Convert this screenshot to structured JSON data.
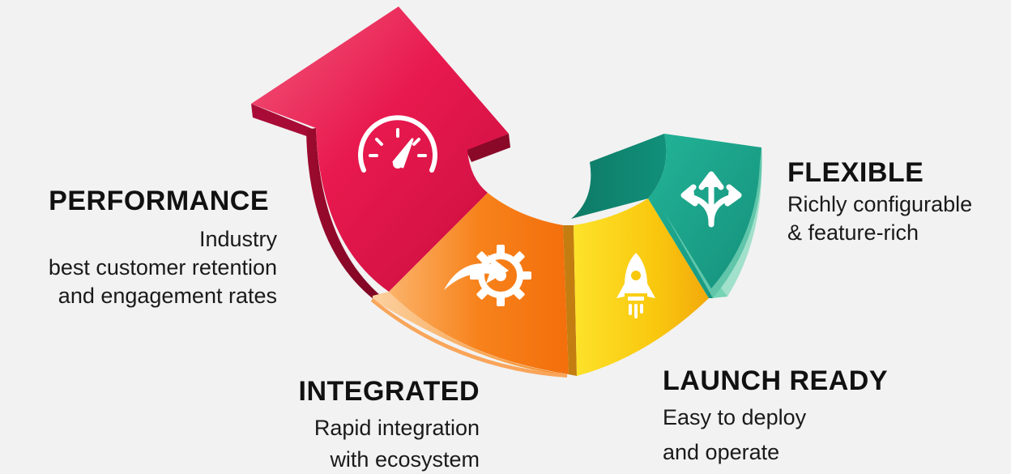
{
  "segments": [
    {
      "key": "performance",
      "heading": "PERFORMANCE",
      "lines": [
        "Industry",
        "best customer retention",
        "and engagement rates"
      ],
      "color": "#e8194e",
      "icon": "speedometer-icon"
    },
    {
      "key": "integrated",
      "heading": "INTEGRATED",
      "lines": [
        "Rapid integration",
        "with ecosystem"
      ],
      "color": "#f7821b",
      "icon": "gear-arrow-icon"
    },
    {
      "key": "launch",
      "heading": "LAUNCH READY",
      "lines": [
        "Easy to deploy",
        "and operate"
      ],
      "color": "#f9c80e",
      "icon": "rocket-icon"
    },
    {
      "key": "flexible",
      "heading": "FLEXIBLE",
      "lines": [
        "Richly configurable",
        "& feature-rich"
      ],
      "color": "#1fa58e",
      "icon": "split-arrows-icon"
    }
  ]
}
